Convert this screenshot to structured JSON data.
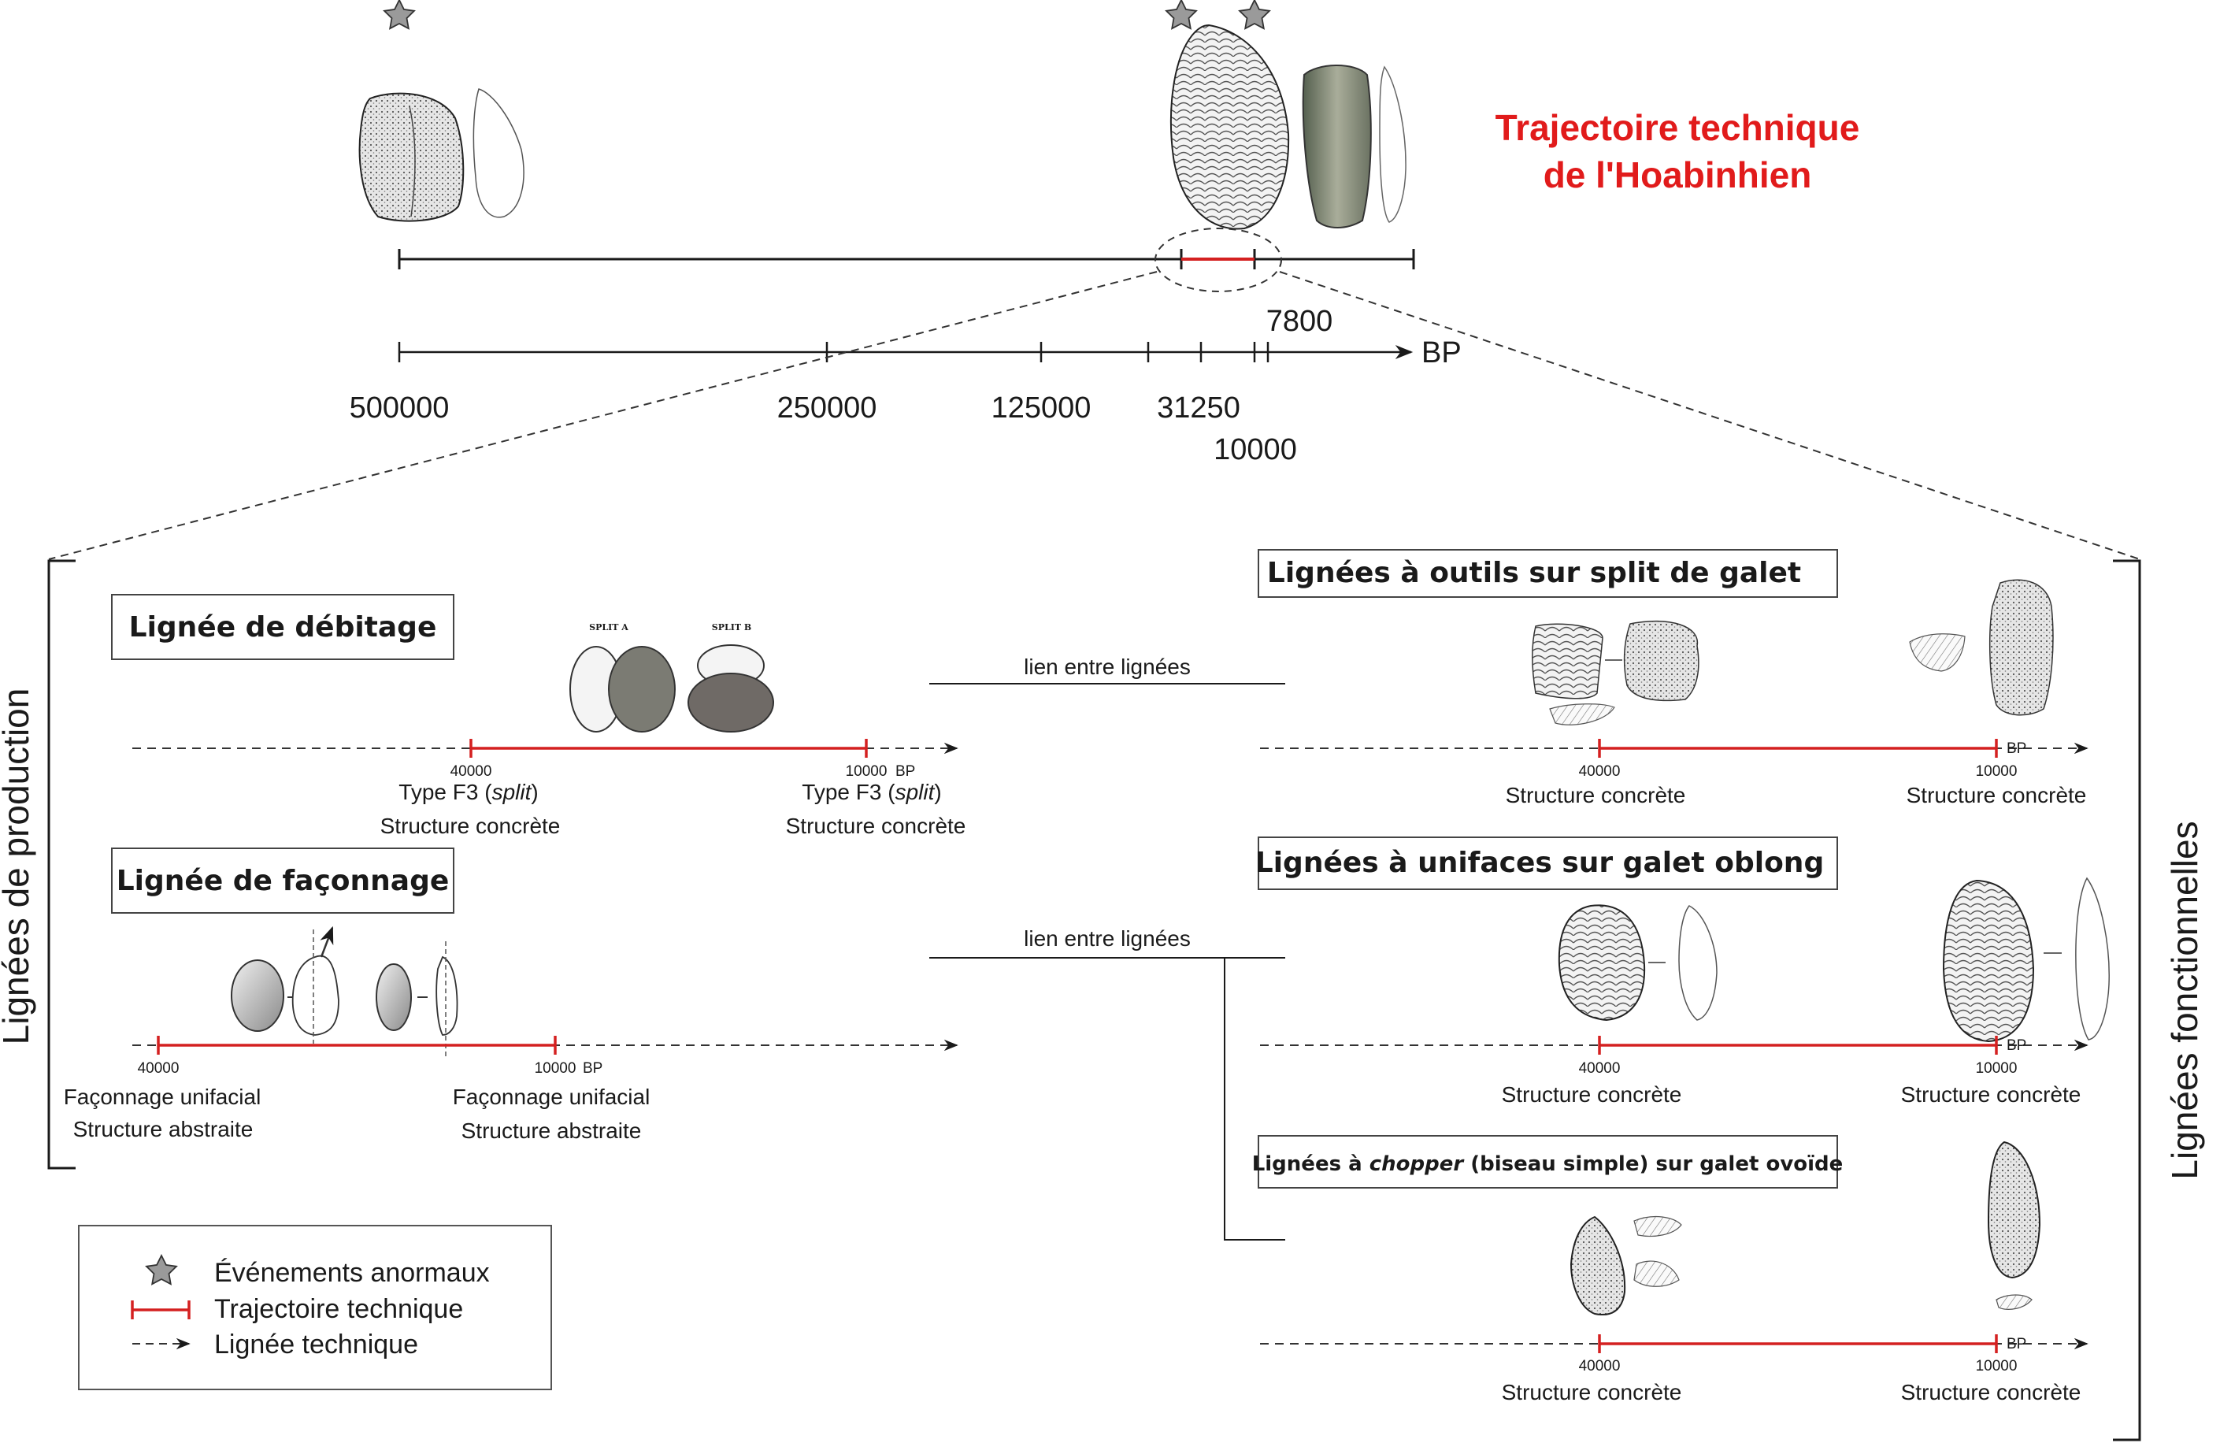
{
  "title": {
    "line1": "Trajectoire technique",
    "line2": "de l'Hoabinhien",
    "color": "#e11b1b"
  },
  "timeline": {
    "unit": "BP",
    "ticks": [
      "500000",
      "250000",
      "125000",
      "31250",
      "10000",
      "7800"
    ]
  },
  "side_labels": {
    "left": "Lignées de production",
    "right": "Lignées fonctionnelles"
  },
  "production": {
    "debitage": {
      "box_title": "Lignée de débitage",
      "split_a": "SPLIT A",
      "split_b": "SPLIT B",
      "start_num": "40000",
      "end_num": "10000",
      "bp": "BP",
      "start_type_pre": "Type F3 (",
      "start_type_em": "split",
      "start_type_post": ")",
      "start_struct": "Structure concrète",
      "end_type_pre": "Type F3 (",
      "end_type_em": "split",
      "end_type_post": ")",
      "end_struct": "Structure concrète"
    },
    "faconnage": {
      "box_title": "Lignée de façonnage",
      "start_num": "40000",
      "end_num": "10000",
      "bp": "BP",
      "start_type": "Façonnage unifacial",
      "start_struct": "Structure abstraite",
      "end_type": "Façonnage unifacial",
      "end_struct": "Structure abstraite"
    }
  },
  "links": {
    "top": "lien entre lignées",
    "bottom": "lien entre lignées"
  },
  "functional": {
    "split_tools": {
      "box_title": "Lignées à outils sur split de galet",
      "start_num": "40000",
      "end_num": "10000",
      "bp": "BP",
      "start_struct": "Structure concrète",
      "end_struct": "Structure concrète"
    },
    "unifaces": {
      "box_title": "Lignées à unifaces sur galet oblong",
      "start_num": "40000",
      "end_num": "10000",
      "bp": "BP",
      "start_struct": "Structure concrète",
      "end_struct": "Structure concrète"
    },
    "chopper": {
      "box_title_pre": "Lignées à ",
      "box_title_em": "chopper",
      "box_title_post": " (biseau simple) sur galet ovoïde",
      "start_num": "40000",
      "end_num": "10000",
      "bp": "BP",
      "start_struct": "Structure concrète",
      "end_struct": "Structure concrète"
    }
  },
  "legend": {
    "star": "Événements anormaux",
    "trajectory": "Trajectoire technique",
    "lineage": "Lignée technique"
  },
  "colors": {
    "trajectory": "#d42020",
    "line": "#1a1a1a",
    "star_fill": "#9a9a9a"
  }
}
